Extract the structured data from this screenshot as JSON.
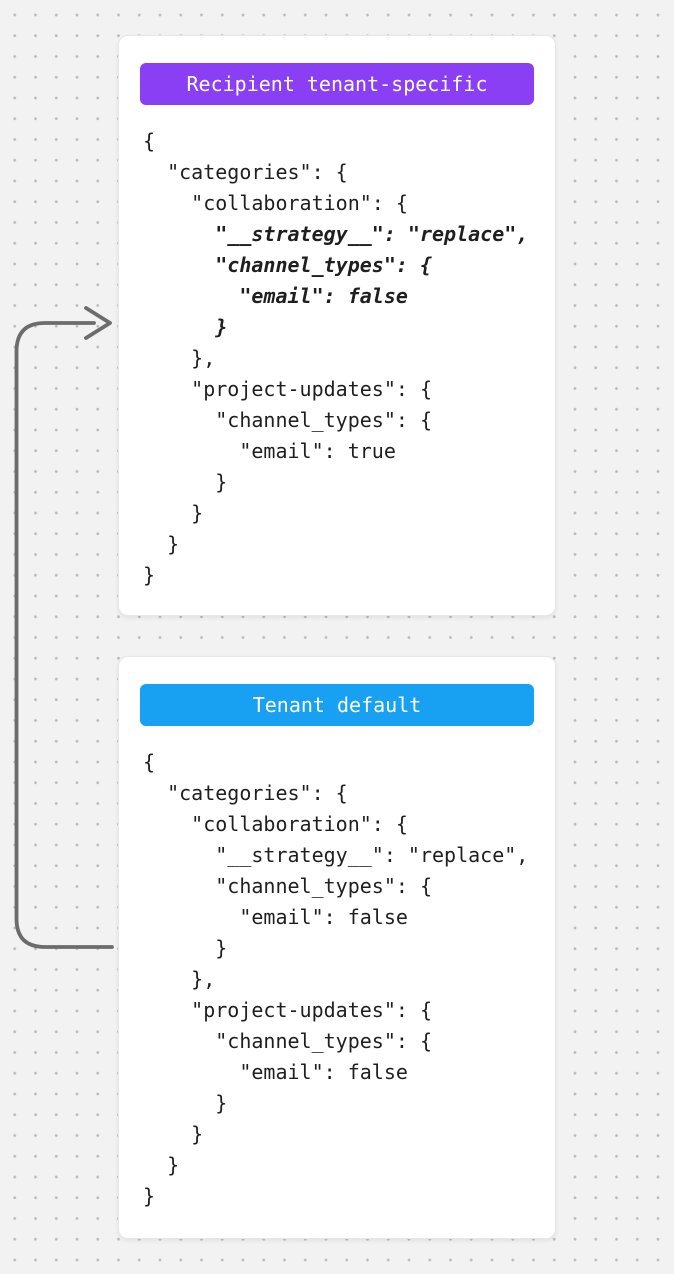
{
  "page": {
    "background_color": "#f2f2f3",
    "dot_color": "#b9bac0"
  },
  "arrow": {
    "color": "#6c6c6c",
    "meaning": "tenant default feeds into recipient tenant-specific"
  },
  "cards": [
    {
      "badge_label": "Recipient tenant-specific",
      "badge_color": "#8a3ff5",
      "code_lines": [
        {
          "text": "{",
          "em": false
        },
        {
          "text": "  \"categories\": {",
          "em": false
        },
        {
          "text": "    \"collaboration\": {",
          "em": false
        },
        {
          "text": "      \"__strategy__\": \"replace\",",
          "em": true
        },
        {
          "text": "      \"channel_types\": {",
          "em": true
        },
        {
          "text": "        \"email\": false",
          "em": true
        },
        {
          "text": "      }",
          "em": true
        },
        {
          "text": "    },",
          "em": false
        },
        {
          "text": "    \"project-updates\": {",
          "em": false
        },
        {
          "text": "      \"channel_types\": {",
          "em": false
        },
        {
          "text": "        \"email\": true",
          "em": false
        },
        {
          "text": "      }",
          "em": false
        },
        {
          "text": "    }",
          "em": false
        },
        {
          "text": "  }",
          "em": false
        },
        {
          "text": "}",
          "em": false
        }
      ]
    },
    {
      "badge_label": "Tenant default",
      "badge_color": "#18a0f2",
      "code_lines": [
        {
          "text": "{",
          "em": false
        },
        {
          "text": "  \"categories\": {",
          "em": false
        },
        {
          "text": "    \"collaboration\": {",
          "em": false
        },
        {
          "text": "      \"__strategy__\": \"replace\",",
          "em": false
        },
        {
          "text": "      \"channel_types\": {",
          "em": false
        },
        {
          "text": "        \"email\": false",
          "em": false
        },
        {
          "text": "      }",
          "em": false
        },
        {
          "text": "    },",
          "em": false
        },
        {
          "text": "    \"project-updates\": {",
          "em": false
        },
        {
          "text": "      \"channel_types\": {",
          "em": false
        },
        {
          "text": "        \"email\": false",
          "em": false
        },
        {
          "text": "      }",
          "em": false
        },
        {
          "text": "    }",
          "em": false
        },
        {
          "text": "  }",
          "em": false
        },
        {
          "text": "}",
          "em": false
        }
      ]
    }
  ]
}
